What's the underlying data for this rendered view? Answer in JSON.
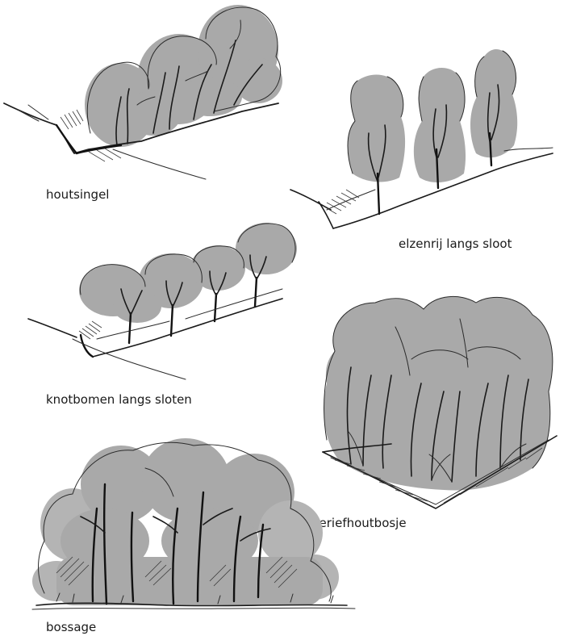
{
  "figure": {
    "labels": {
      "houtsingel": "houtsingel",
      "elzenrij": "elzenrij langs sloot",
      "knotbomen": "knotbomen langs sloten",
      "geriefhoutbosje": "geriefhoutbosje",
      "bossage": "bossage"
    },
    "colors": {
      "canopy": "#a9a9a9",
      "ink": "#1c1c1c",
      "background": "#ffffff"
    }
  }
}
